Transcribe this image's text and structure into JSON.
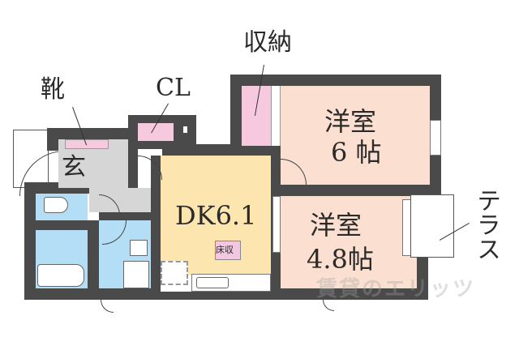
{
  "floorplan": {
    "labels": {
      "shoes": "靴",
      "entrance": "玄",
      "closet": "CL",
      "storage": "収納",
      "western_room_1": "洋室",
      "western_room_1_size": "6 帖",
      "dk": "DK6.1",
      "floor_storage": "床収",
      "western_room_2": "洋室",
      "western_room_2_size": "4.8帖",
      "terrace": "テラス"
    },
    "watermark": "賃貸のエリッツ",
    "colors": {
      "wall": "#4a4a4a",
      "dk_floor": "#fde5b0",
      "western_room_floor": "#fbe0d2",
      "storage_pink": "#f6c9de",
      "wet_area_blue": "#b3def5",
      "entrance_gray": "#d6d6d6"
    }
  }
}
